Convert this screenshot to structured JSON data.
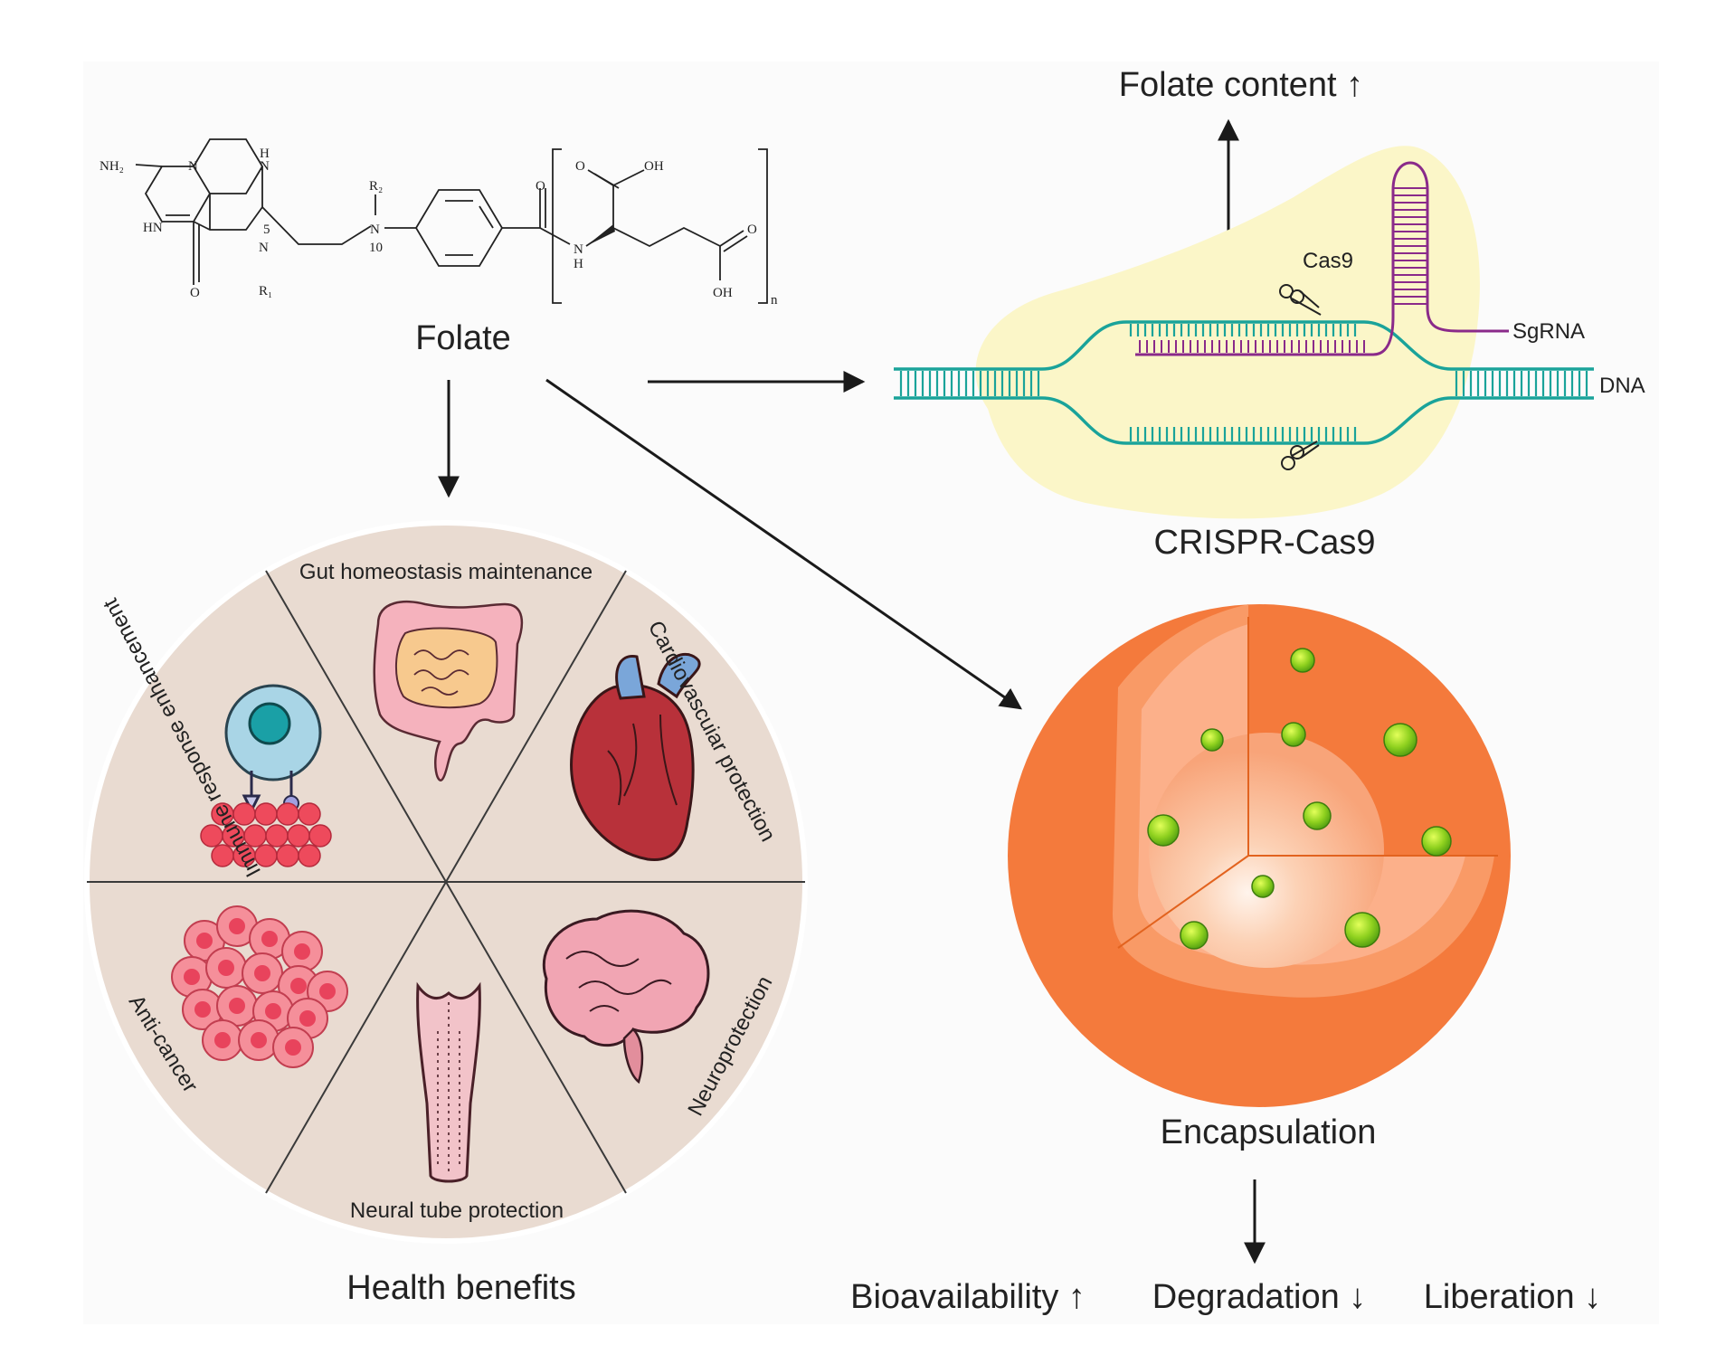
{
  "folate": {
    "label": "Folate",
    "structure": {
      "nh2": "NH₂",
      "n1": "N",
      "n2": "HN",
      "h_top": "H",
      "n_top": "N",
      "o_bottom": "O",
      "n5": "N",
      "five": "5",
      "r1": "R₁",
      "r2": "R₂",
      "n10": "N",
      "ten": "10",
      "o_amide": "O",
      "nh": "N",
      "h_nh": "H",
      "o_acid1": "O",
      "oh1": "OH",
      "o_acid2": "O",
      "oh2": "OH",
      "subscript_n": "n"
    }
  },
  "crispr": {
    "title": "CRISPR-Cas9",
    "cas9": "Cas9",
    "sgrna": "SgRNA",
    "dna": "DNA",
    "effect": "Folate content ↑"
  },
  "health": {
    "title": "Health benefits",
    "segments": {
      "gut": "Gut homeostasis maintenance",
      "cardio": "Cardiovascuiar protection",
      "neuro": "Neuroprotection",
      "neural_tube": "Neural tube protection",
      "anti_cancer": "Anti-cancer",
      "immune": "Immune response enhancement"
    }
  },
  "encapsulation": {
    "title": "Encapsulation",
    "outcomes": [
      "Bioavailability ↑",
      "Degradation ↓",
      "Liberation ↓"
    ]
  },
  "colors": {
    "dna": "#1aa39a",
    "sgrna": "#8a2a8a",
    "cas9_blob": "#fbf6c8",
    "wheel": "#e9dbd1",
    "capsule": "#f47a3c",
    "particle": "#7ac418"
  }
}
